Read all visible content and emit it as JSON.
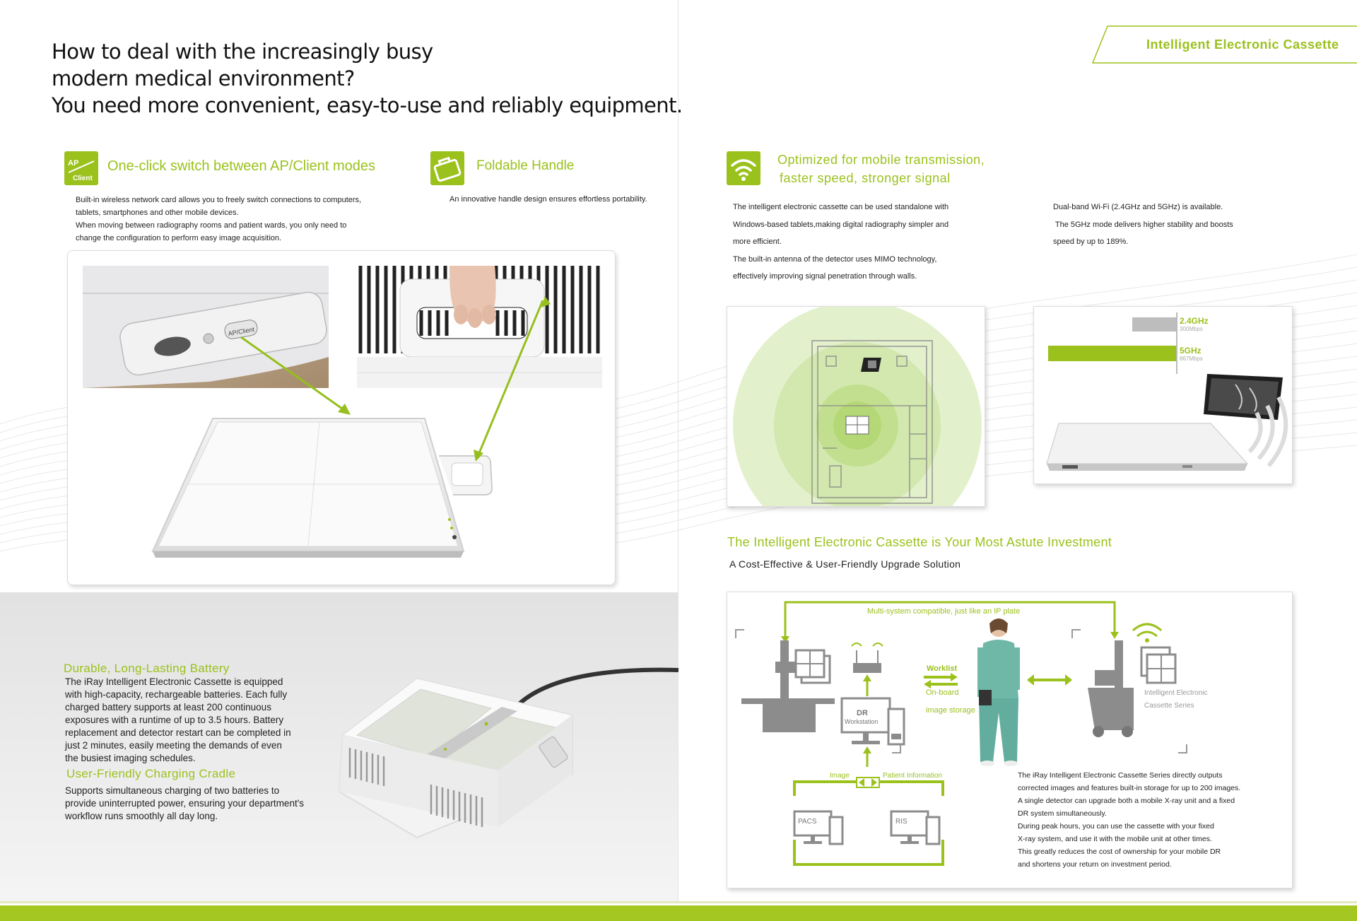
{
  "headline": {
    "line1": "How to deal with the increasingly busy",
    "line2": "modern medical environment?",
    "line3": "You need more convenient, easy-to-use and reliably equipment."
  },
  "feature_ap": {
    "icon_text_top": "AP",
    "icon_text_bottom": "Client",
    "title": "One-click switch between AP/Client modes",
    "lines": [
      "Built-in wireless network card allows you to freely switch connections to computers,",
      "tablets, smartphones and other mobile devices.",
      "When moving between radiography rooms and patient wards, you only need to",
      "change the configuration to perform easy image acquisition."
    ],
    "button_label": "AP/Client"
  },
  "feature_handle": {
    "title": "Foldable Handle",
    "text": "An innovative handle design ensures effortless portability."
  },
  "battery": {
    "title": "Durable, Long-Lasting Battery",
    "lines": [
      "The iRay Intelligent Electronic Cassette is equipped",
      "with high-capacity, rechargeable batteries. Each fully",
      "charged battery supports at least 200 continuous",
      "exposures with a runtime of up to 3.5 hours. Battery",
      "replacement and detector restart can be completed in",
      "just 2 minutes, easily meeting the demands of even",
      "the busiest imaging schedules."
    ]
  },
  "cradle": {
    "title": "User-Friendly Charging Cradle",
    "lines": [
      "Supports simultaneous charging of two batteries to",
      "provide uninterrupted power, ensuring your department's",
      "workflow runs smoothly all day long."
    ]
  },
  "tag": {
    "label": "Intelligent Electronic Cassette"
  },
  "mobile": {
    "title_line1": "Optimized for mobile transmission,",
    "title_line2": "faster speed, stronger signal",
    "left_lines": [
      "The intelligent electronic cassette can be used standalone with",
      "Windows-based tablets,making digital radiography simpler and",
      "more efficient.",
      "The built-in antenna of the detector uses MIMO technology,",
      "effectively improving signal penetration through walls."
    ],
    "right_lines": [
      "Dual-band Wi-Fi (2.4GHz and 5GHz) is available.",
      " The 5GHz mode delivers higher stability and boosts",
      "speed by up to 189%."
    ]
  },
  "speed_chart": {
    "bars": [
      {
        "label": "2.4GHz",
        "sub": "300Mbps",
        "value": 300
      },
      {
        "label": "5GHz",
        "sub": "867Mbps",
        "value": 867
      }
    ]
  },
  "investment": {
    "title": "The Intelligent Electronic Cassette is Your Most Astute Investment",
    "subtitle": "A Cost-Effective & User-Friendly Upgrade Solution"
  },
  "diagram": {
    "top_label": "Multi-system compatible, just like an IP plate",
    "worklist": "Worklist",
    "onboard": "On-board",
    "image_storage": "image storage",
    "dr": "DR",
    "workstation": "Workstation",
    "image": "Image",
    "patient_information": "Patient Information",
    "pacs": "PACS",
    "ris": "RIS",
    "series_line1": "Intelligent Electronic",
    "series_line2": "Cassette Series",
    "desc_lines": [
      "The iRay Intelligent Electronic Cassette Series directly outputs",
      "corrected images and features built-in storage for up to 200 images.",
      "A single detector can upgrade both a mobile X-ray unit and a fixed",
      "DR system simultaneously.",
      "During peak hours, you can use the cassette with your fixed",
      "X-ray system, and use it with the mobile unit at other times.",
      "This greatly reduces the cost of ownership for your mobile DR",
      "and shortens your return on investment period."
    ]
  },
  "colors": {
    "accent": "#9bc11c",
    "band": "#a5c722"
  }
}
